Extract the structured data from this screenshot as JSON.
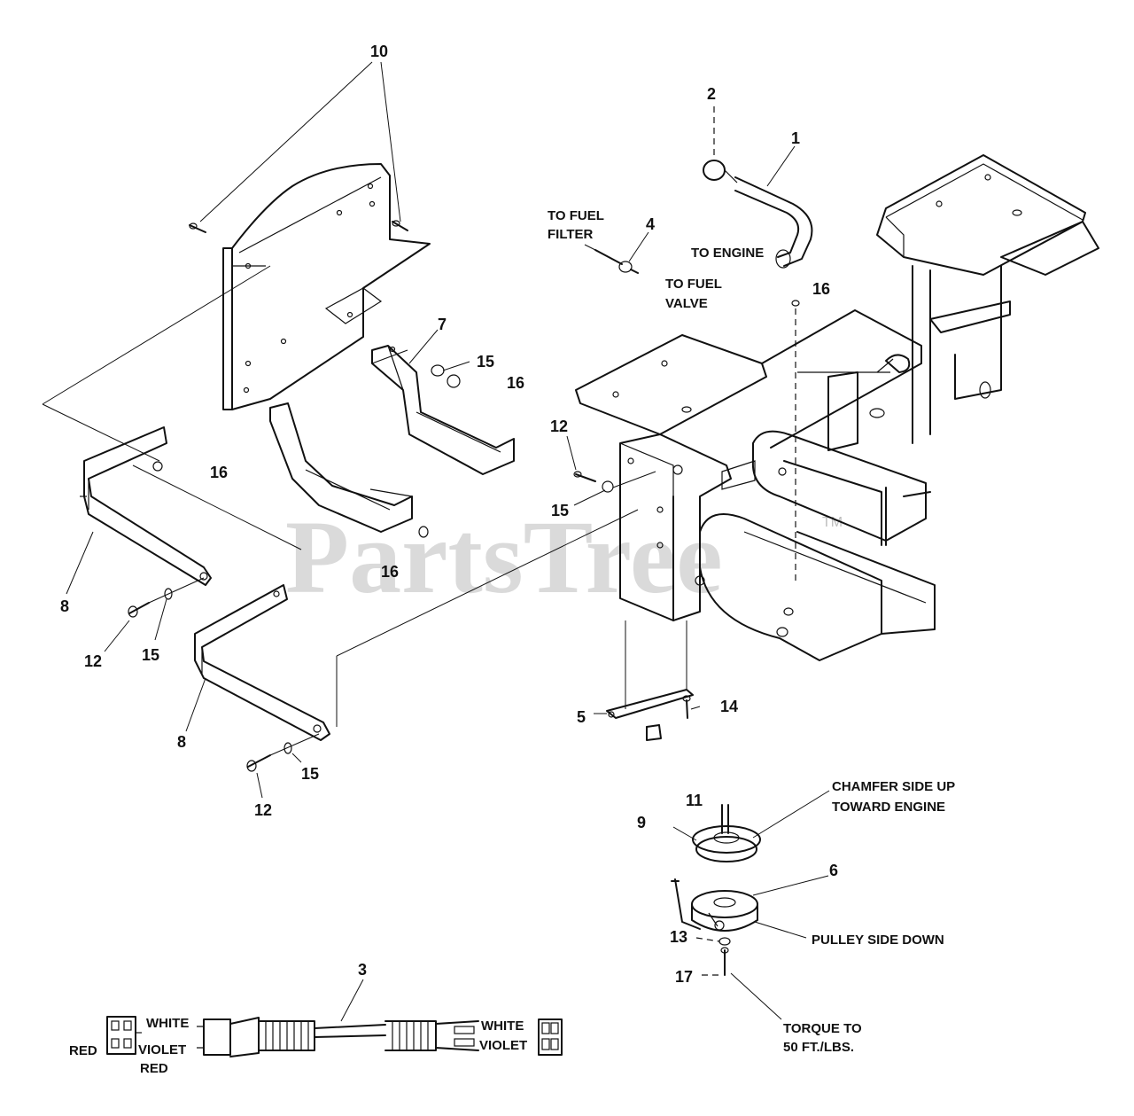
{
  "watermark": {
    "text": "PartsTree",
    "mark": "TM"
  },
  "callouts": {
    "c1": "1",
    "c2": "2",
    "c3": "3",
    "c4": "4",
    "c5": "5",
    "c6": "6",
    "c7": "7",
    "c8a": "8",
    "c8b": "8",
    "c9": "9",
    "c10": "10",
    "c11": "11",
    "c12a": "12",
    "c12b": "12",
    "c12c": "12",
    "c13": "13",
    "c14": "14",
    "c15a": "15",
    "c15b": "15",
    "c15c": "15",
    "c15d": "15",
    "c16a": "16",
    "c16b": "16",
    "c16c": "16",
    "c16d": "16",
    "c17": "17"
  },
  "notes": {
    "to_fuel_filter_1": "TO FUEL",
    "to_fuel_filter_2": "FILTER",
    "to_engine": "TO ENGINE",
    "to_fuel_valve_1": "TO FUEL",
    "to_fuel_valve_2": "VALVE",
    "chamfer_1": "CHAMFER SIDE UP",
    "chamfer_2": "TOWARD ENGINE",
    "pulley_side": "PULLEY SIDE DOWN",
    "torque_1": "TORQUE TO",
    "torque_2": "50 FT./LBS."
  },
  "wires": {
    "white_left": "WHITE",
    "violet_left": "VIOLET",
    "red_left_outer": "RED",
    "red_left_inner": "RED",
    "white_right": "WHITE",
    "violet_right": "VIOLET"
  }
}
